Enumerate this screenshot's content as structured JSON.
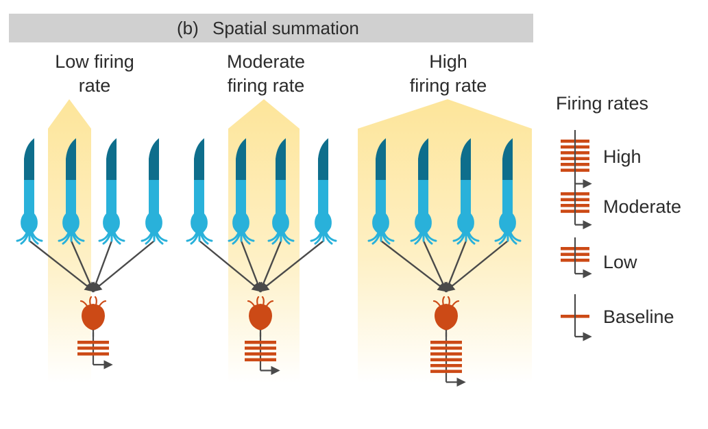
{
  "header": {
    "label": "(b)",
    "title": "Spatial summation"
  },
  "colors": {
    "header_bar": "#d0d0d0",
    "glow": "#fde7a0",
    "receptor_dark": "#0e6e8c",
    "receptor_light": "#29b1da",
    "neuron": "#cc4a16",
    "arrow": "#4a4a4a"
  },
  "panels": [
    {
      "title_line1": "Low firing",
      "title_line2": "rate",
      "active_receptors": [
        1
      ],
      "rate": "Low"
    },
    {
      "title_line1": "Moderate",
      "title_line2": "firing rate",
      "active_receptors": [
        1,
        2
      ],
      "rate": "Moderate"
    },
    {
      "title_line1": "High",
      "title_line2": "firing rate",
      "active_receptors": [
        0,
        1,
        2,
        3
      ],
      "rate": "High"
    }
  ],
  "legend": {
    "title": "Firing rates",
    "items": [
      {
        "label": "High",
        "lines": 6
      },
      {
        "label": "Moderate",
        "lines": 4
      },
      {
        "label": "Low",
        "lines": 3
      },
      {
        "label": "Baseline",
        "lines": 1
      }
    ]
  }
}
